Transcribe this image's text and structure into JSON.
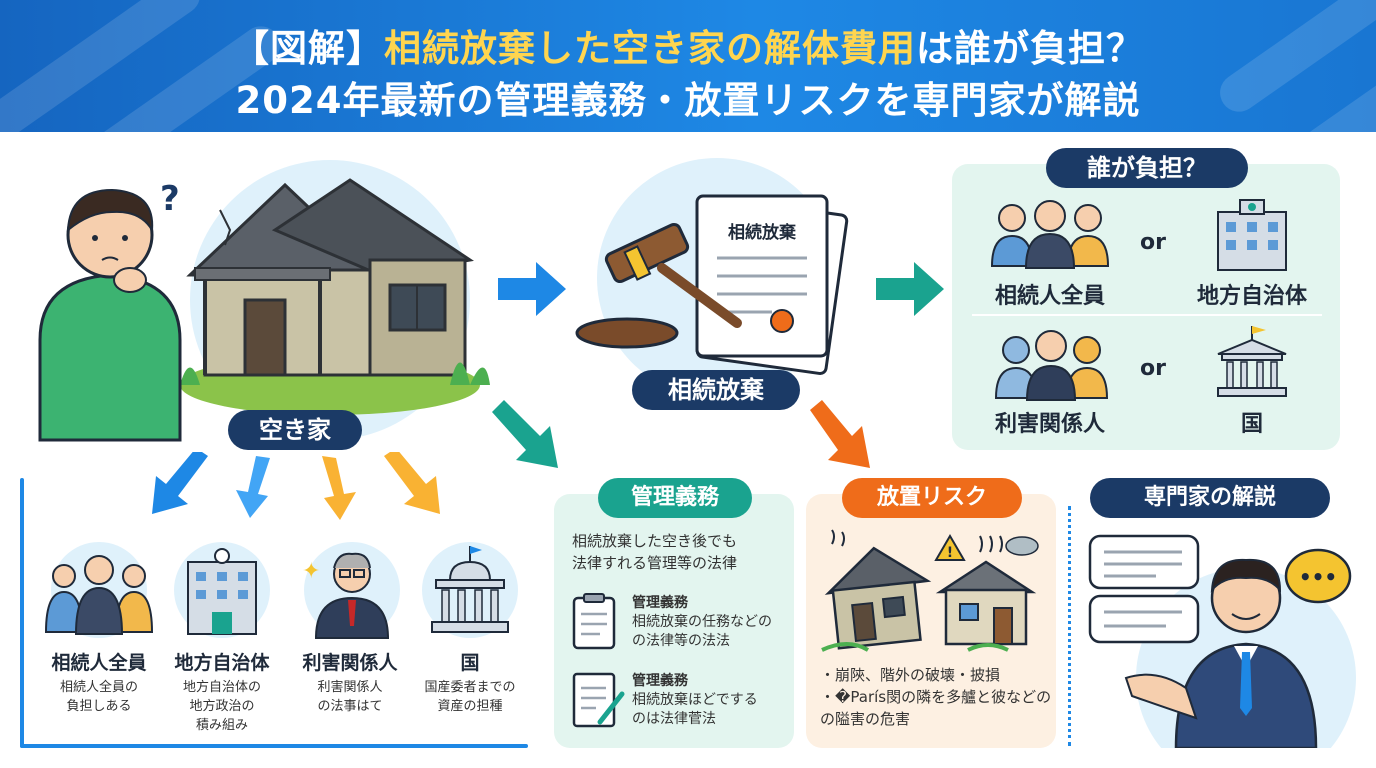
{
  "header": {
    "title_bracket": "【図解】",
    "title_accent": "相続放棄した空き家の解体費用",
    "title_rest": "は誰が負担？",
    "subtitle": "2024年最新の管理義務・放置リスクを専門家が解説"
  },
  "house": {
    "question_mark": "?",
    "label": "空き家"
  },
  "renunciation": {
    "document_title": "相続放棄",
    "label": "相続放棄"
  },
  "who_pays": {
    "title": "誰が負担？",
    "or_label": "or",
    "options": [
      "相続人全員",
      "地方自治体",
      "利害関係人",
      "国"
    ]
  },
  "parties": [
    {
      "name": "相続人全員",
      "desc": [
        "相続人全員の",
        "負担しある"
      ]
    },
    {
      "name": "地方自治体",
      "desc": [
        "地方自治体の",
        "地方政治の",
        "積み組み"
      ]
    },
    {
      "name": "利害関係人",
      "desc": [
        "利害関係人",
        "の法事はて"
      ]
    },
    {
      "name": "国",
      "desc": [
        "国産委者までの",
        "資産の担種"
      ]
    }
  ],
  "management": {
    "title": "管理義務",
    "intro": [
      "相続放棄した空き後でも",
      "法律すれる管理等の法律"
    ],
    "items": [
      {
        "heading": "管理義務",
        "text": [
          "相続放棄の任務などの",
          "の法律等の法法"
        ]
      },
      {
        "heading": "管理義務",
        "text": [
          "相続放棄ほどでする",
          "のは法律菅法"
        ]
      }
    ]
  },
  "risk": {
    "title": "放置リスク",
    "bullets": [
      "・崩陝、階外の破壊・披損",
      "・�París閔の隣を多艫と彼などの",
      "の隘害の危害"
    ]
  },
  "expert": {
    "title": "専門家の解説",
    "bubble_dots": "•••"
  },
  "colors": {
    "navy": "#1b3a66",
    "teal": "#1aa38f",
    "orange": "#ef6c1a",
    "blue_header": "#1976d2",
    "light_blue": "#dff1fb",
    "mint": "#e3f5ef",
    "peach": "#fdf0e2"
  }
}
